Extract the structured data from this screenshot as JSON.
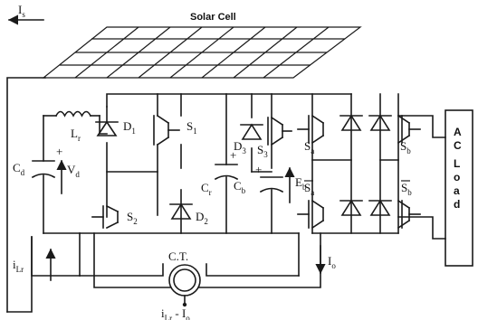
{
  "labels": {
    "solar_cell": "Solar Cell",
    "i_s": "I",
    "i_s_sub": "s",
    "l_r": "L",
    "l_r_sub": "r",
    "c_d": "C",
    "c_d_sub": "d",
    "v_d": "V",
    "v_d_sub": "d",
    "d1": "D",
    "d1_sub": "1",
    "s1": "S",
    "s1_sub": "1",
    "c_r": "C",
    "c_r_sub": "r",
    "s2": "S",
    "s2_sub": "2",
    "d2": "D",
    "d2_sub": "2",
    "d3": "D",
    "d3_sub": "3",
    "s3": "S",
    "s3_sub": "3",
    "sa": "S",
    "sa_sub": "a",
    "sb": "S",
    "sb_sub": "b",
    "c_b": "C",
    "c_b_sub": "b",
    "e_b": "E",
    "e_b_sub": "b",
    "sa_bar": "S",
    "sa_bar_sub": "a",
    "sb_bar": "S",
    "sb_bar_sub": "b",
    "ct": "C.T.",
    "i_lr": "i",
    "i_lr_sub": "Lr",
    "i_o": "I",
    "i_o_sub": "o",
    "i_lr_minus_io": "i",
    "i_lr_minus_io_sub": "Lr",
    "i_lr_minus_io_tail": " - I",
    "i_lr_minus_io_sub2": "o",
    "plus": "+",
    "ac_load": "AC Load"
  }
}
